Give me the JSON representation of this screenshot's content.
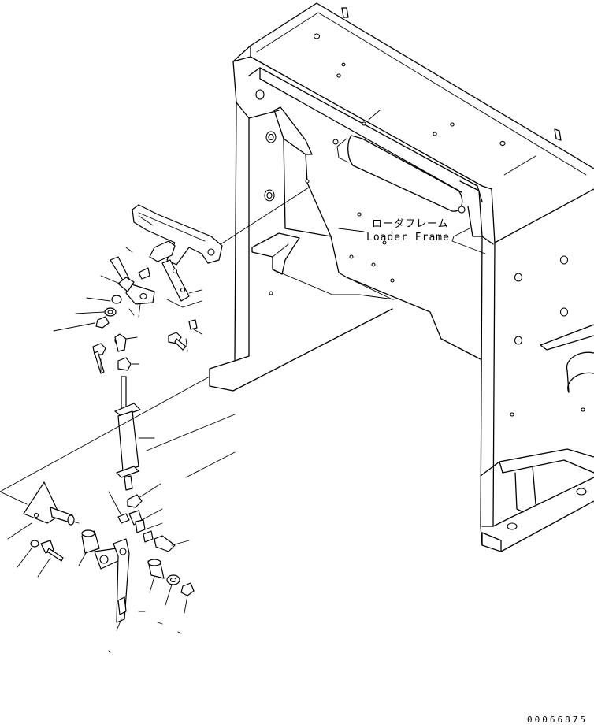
{
  "callout": {
    "japanese": "ローダフレーム",
    "english": "Loader Frame"
  },
  "drawing_number": "00066875"
}
